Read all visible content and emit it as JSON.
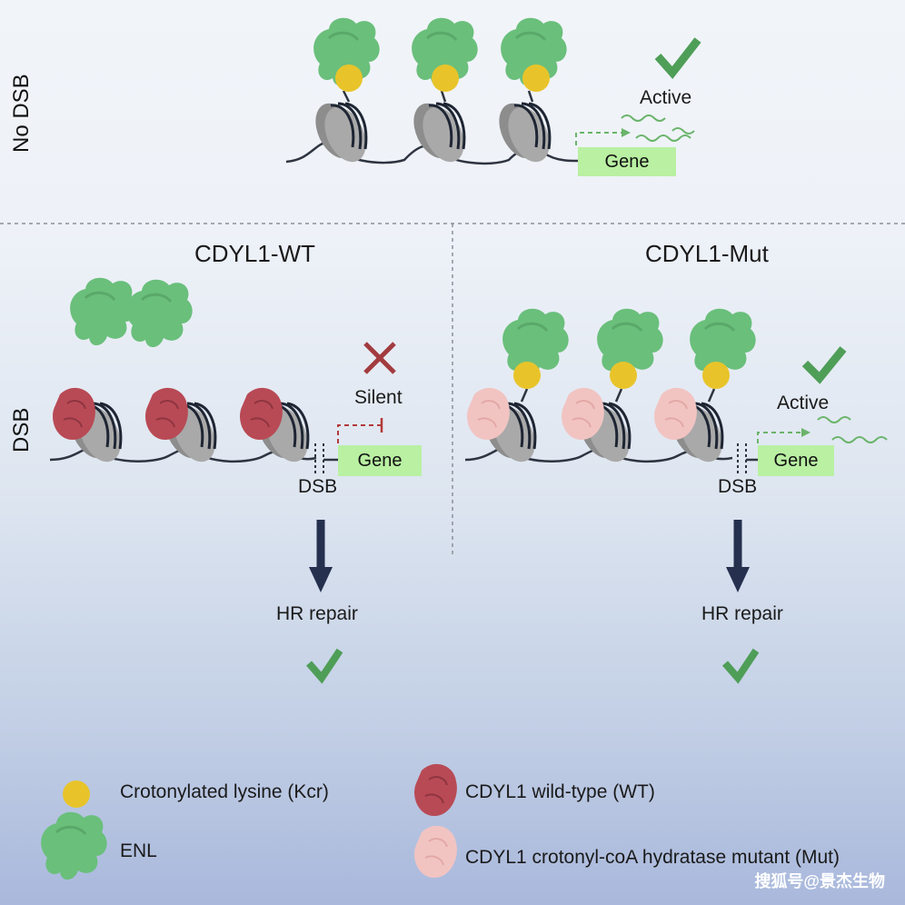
{
  "rows": {
    "top_label": "No DSB",
    "bottom_label": "DSB"
  },
  "top": {
    "status": "Active",
    "gene": "Gene"
  },
  "left": {
    "title": "CDYL1-WT",
    "status": "Silent",
    "gene": "Gene",
    "dsb": "DSB",
    "repair": "HR repair"
  },
  "right": {
    "title": "CDYL1-Mut",
    "status": "Active",
    "gene": "Gene",
    "dsb": "DSB",
    "repair": "HR repair"
  },
  "legend": {
    "kcr": "Crotonylated lysine (Kcr)",
    "enl": "ENL",
    "wt": "CDYL1 wild-type (WT)",
    "mut": "CDYL1 crotonyl-coA hydratase mutant (Mut)"
  },
  "watermark": "搜狐号@景杰生物",
  "colors": {
    "enl": "#6abf7b",
    "kcr": "#e8c42a",
    "wt": "#b84a55",
    "mut": "#f1c4c2",
    "gene_box": "#b9f0a2",
    "check": "#4f9e58",
    "cross": "#a23b3f",
    "arrow": "#25304f",
    "nucleosome": "#8c8c8c",
    "dna": "#2e3440"
  }
}
